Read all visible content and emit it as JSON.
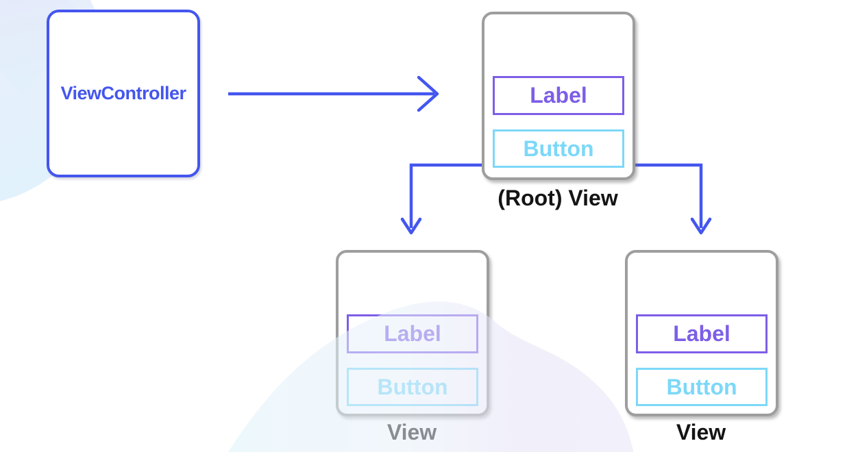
{
  "controller": {
    "label": "ViewController"
  },
  "views": [
    {
      "caption": "(Root) View",
      "items": [
        {
          "text": "Label"
        },
        {
          "text": "Button"
        }
      ]
    },
    {
      "caption": "View",
      "items": [
        {
          "text": "Label"
        },
        {
          "text": "Button"
        }
      ]
    },
    {
      "caption": "View",
      "items": [
        {
          "text": "Label"
        },
        {
          "text": "Button"
        }
      ]
    }
  ],
  "colors": {
    "arrow_blue": "#4456ee",
    "controller_blue": "#4456ee",
    "label_purple": "#7d5ee7",
    "button_cyan": "#7cd8f8",
    "view_border_gray": "#9e9e9e",
    "caption_text": "#141414"
  }
}
